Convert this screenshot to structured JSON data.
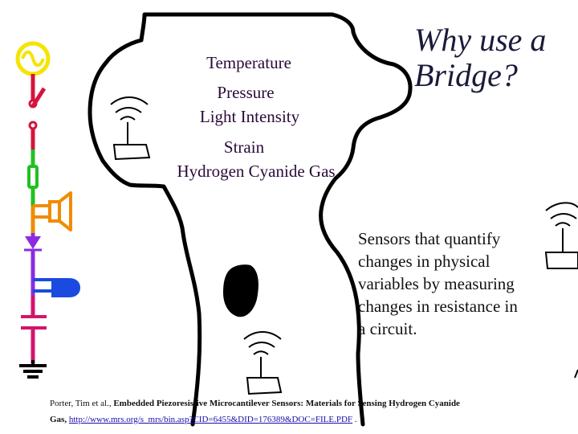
{
  "title_lines": [
    "Why use a",
    "Bridge?"
  ],
  "sensor_types": [
    "Temperature",
    "Pressure",
    "Light Intensity",
    "Strain",
    "Hydrogen Cyanide Gas"
  ],
  "description_lines": [
    "Sensors that quantify",
    "changes in physical",
    "variables by measuring",
    "changes in resistance in",
    "a circuit."
  ],
  "citation": {
    "authors": "Porter, Tim et al., ",
    "title_part1": "Embedded Piezoresistive Microcantilever Sensors: Materials for Sensing Hydrogen Cyanide",
    "title_part2": "Gas, ",
    "url": "http://www.mrs.org/s_mrs/bin.asp?CID=6455&DID=176389&DOC=FILE.PDF",
    "end": " ."
  },
  "colors": {
    "tree_outline": "#000000",
    "source_yellow": "#f5e400",
    "switch_red": "#d4143c",
    "resistor_green": "#22c022",
    "speaker_orange": "#f08c00",
    "diode_purple": "#8a2be2",
    "led_blue": "#1a4ae0",
    "capacitor_magenta": "#d4146c",
    "ground_black": "#000000"
  }
}
